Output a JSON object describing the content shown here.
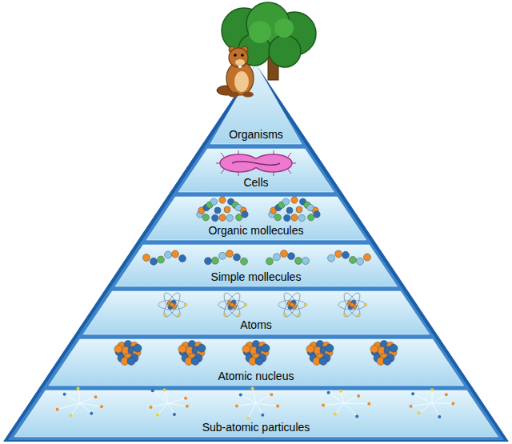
{
  "diagram": {
    "nodes": [
      {
        "text": [
          "Organisms"
        ]
      },
      {
        "text": [
          "Cells"
        ]
      },
      {
        "text": [
          "Organic mollecules"
        ]
      },
      {
        "text": [
          "Simple mollecules"
        ]
      },
      {
        "text": [
          "Atoms"
        ]
      },
      {
        "text": [
          "Atomic nucleus"
        ]
      },
      {
        "text": [
          "Sub-atomic particules"
        ]
      }
    ]
  }
}
